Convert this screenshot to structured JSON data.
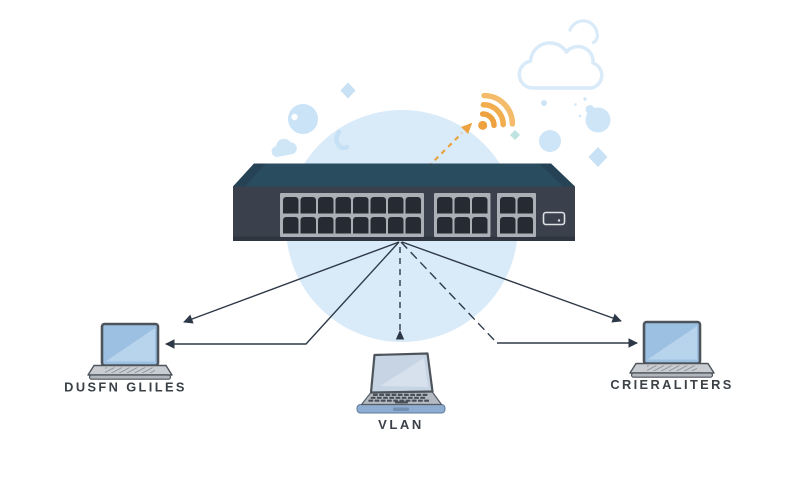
{
  "illustration": {
    "title": "network-switch-topology-illustration",
    "device_labels": {
      "left": "DUSFN GLILES",
      "center": "VLAN",
      "right": "CRIERALITERS"
    },
    "switch": {
      "port_rows": 2,
      "port_groups": [
        {
          "cols": 8
        },
        {
          "cols": 3
        },
        {
          "cols": 2
        }
      ]
    },
    "icons": [
      {
        "name": "wifi-icon"
      },
      {
        "name": "cloud-icon"
      }
    ],
    "colors": {
      "wifi_orange": "#efa648",
      "wifi_orange_light": "#f4bc6a",
      "decoration_blue": "#cde5f7",
      "background_circle": "#d9eaf9",
      "switch_top": "#2a4c5f",
      "switch_front": "#3a414d",
      "port_bezel": "#abb0b7",
      "port_hole": "#262b33",
      "connection_line": "#2e3947",
      "laptop_screen": "#9cc0e2",
      "label_text": "#3b4147"
    },
    "connections": [
      {
        "from": "switch",
        "to": "left-laptop",
        "style": "solid",
        "arrowhead": "at-device"
      },
      {
        "from": "switch",
        "to": "left-laptop",
        "style": "solid-elbow",
        "arrowhead": "at-device"
      },
      {
        "from": "switch",
        "to": "center-laptop",
        "style": "dashed",
        "arrowhead": "pointing-up"
      },
      {
        "from": "switch",
        "to": "right-laptop",
        "style": "dashed-elbow",
        "arrowhead": "at-device"
      },
      {
        "from": "switch",
        "to": "right-laptop",
        "style": "solid",
        "arrowhead": "at-device"
      },
      {
        "from": "switch",
        "to": "wifi-icon",
        "style": "dashed-orange",
        "arrowhead": "at-wifi"
      }
    ]
  }
}
